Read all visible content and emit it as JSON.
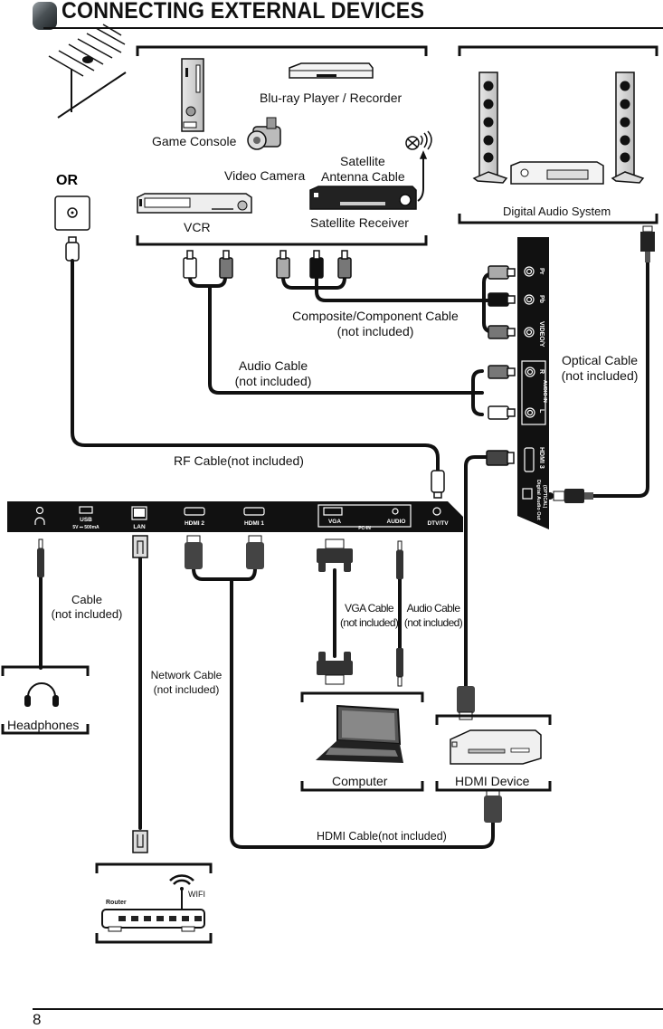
{
  "header": {
    "title": "CONNECTING EXTERNAL DEVICES"
  },
  "antenna": {
    "separator_label": "OR"
  },
  "source_devices": {
    "game_console": "Game Console",
    "bluray": "Blu-ray Player / Recorder",
    "video_camera": "Video Camera",
    "satellite_antenna_cable_line1": "Satellite",
    "satellite_antenna_cable_line2": "Antenna Cable",
    "vcr": "VCR",
    "satellite_receiver": "Satellite Receiver"
  },
  "audio_system": {
    "label": "Digital Audio System"
  },
  "cables": {
    "composite_component_line1": "Composite/Component Cable",
    "composite_component_line2": "(not included)",
    "audio_line1": "Audio Cable",
    "audio_line2": "(not included)",
    "optical_line1": "Optical Cable",
    "optical_line2": "(not included)",
    "rf": "RF Cable(not included)",
    "headphone_line1": "Cable",
    "headphone_line2": "(not included)",
    "network_line1": "Network Cable",
    "network_line2": "(not included)",
    "vga_line1": "VGA Cable",
    "vga_line2": "(not included)",
    "pc_audio_line1": "Audio Cable",
    "pc_audio_line2": "(not included)",
    "hdmi": "HDMI Cable(not included)"
  },
  "side_panel": {
    "ports": [
      "Pr",
      "Pb",
      "VIDEO/Y",
      "R",
      "L",
      "AUDIO IN",
      "HDMI 3",
      "Digital Audio Out",
      "(OPTICAL)"
    ]
  },
  "bottom_panel": {
    "ports": [
      {
        "id": "headphone",
        "label": ""
      },
      {
        "id": "usb",
        "label": "USB",
        "sub": "5V ⎓ 500mA"
      },
      {
        "id": "lan",
        "label": "LAN"
      },
      {
        "id": "hdmi2",
        "label": "HDMI 2"
      },
      {
        "id": "hdmi1",
        "label": "HDMI 1"
      },
      {
        "id": "vga",
        "label": "VGA"
      },
      {
        "id": "pc_audio",
        "label": "AUDIO"
      },
      {
        "id": "pc_in",
        "label": "PC-IN"
      },
      {
        "id": "dtv",
        "label": "DTV/TV"
      }
    ]
  },
  "destinations": {
    "headphones": "Headphones",
    "computer": "Computer",
    "hdmi_device": "HDMI Device",
    "router": "Router",
    "wifi": "WIFI"
  },
  "footer": {
    "page_number": "8"
  }
}
